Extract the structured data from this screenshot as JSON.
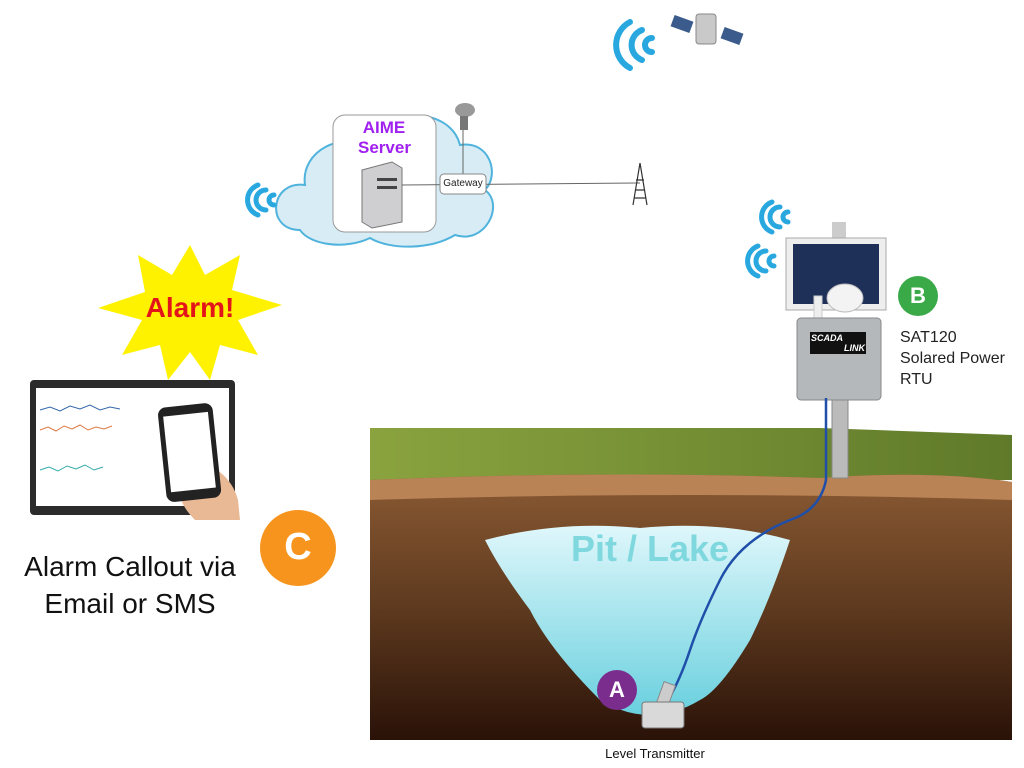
{
  "server": {
    "title_line1": "AIME",
    "title_line2": "Server",
    "gateway": "Gateway"
  },
  "alarm": {
    "label": "Alarm!"
  },
  "callout": {
    "badge": "C",
    "line1": "Alarm Callout via",
    "line2": "Email or SMS"
  },
  "rtu": {
    "badge": "B",
    "brand_line1": "SCADA",
    "brand_line2": "LINK",
    "label_line1": "SAT120",
    "label_line2": "Solared Power",
    "label_line3": "RTU"
  },
  "pit": {
    "label": "Pit / Lake"
  },
  "transmitter": {
    "badge": "A",
    "label": "Level Transmitter"
  },
  "colors": {
    "wifi": "#29a8e0",
    "purple": "#a020f0",
    "alarm_red": "#e3151a",
    "star_yellow": "#fff200",
    "badge_a": "#7b2d8e",
    "badge_b": "#3aaa49",
    "badge_c": "#f7941d",
    "water": "#bfeef6",
    "grass": "#7f9a3a",
    "dirt": "#6b3f22"
  }
}
